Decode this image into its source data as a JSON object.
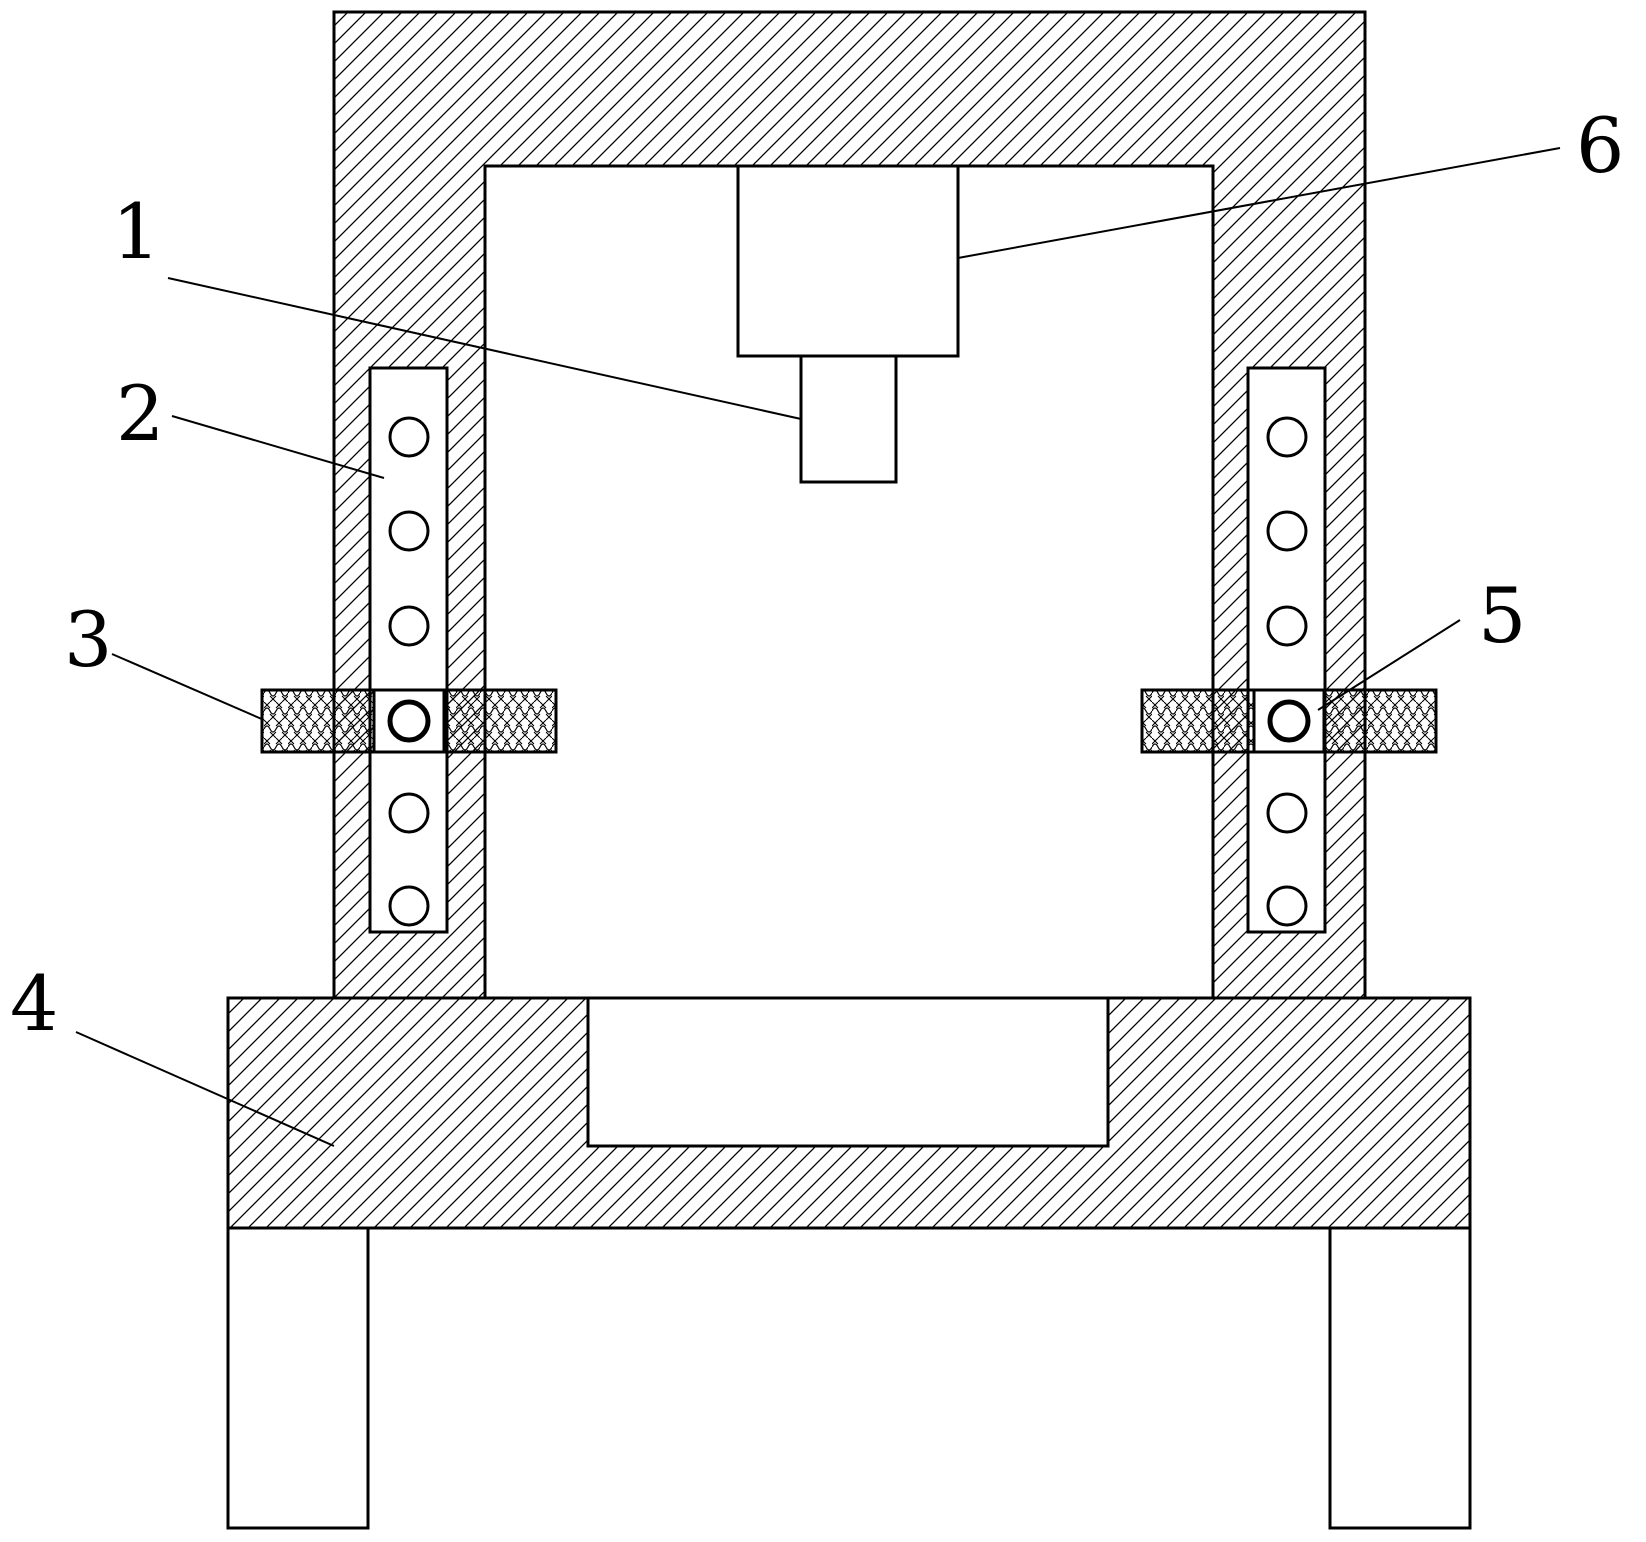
{
  "labels": {
    "l1": "1",
    "l2": "2",
    "l3": "3",
    "l4": "4",
    "l5": "5",
    "l6": "6"
  },
  "colors": {
    "stroke": "#000000",
    "background": "#ffffff"
  }
}
